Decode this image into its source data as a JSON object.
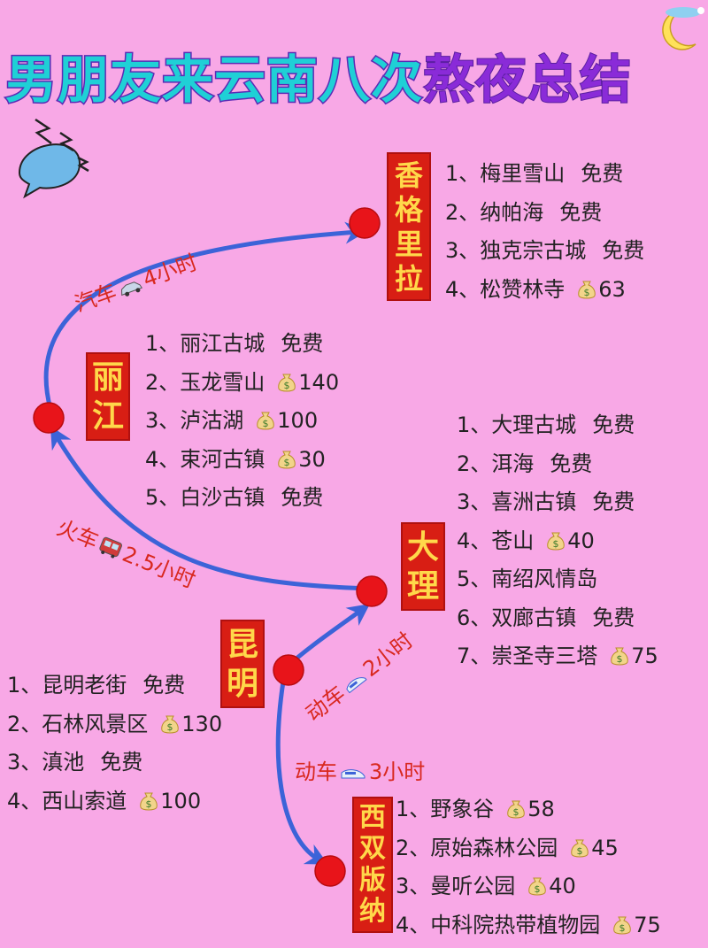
{
  "title": {
    "part1": "男朋友来云南八次",
    "part2": "熬夜总结"
  },
  "colors": {
    "background": "#f8a8e6",
    "route_line": "#3c63d8",
    "dot": "#e8141a",
    "banner": "#d81e14",
    "banner_text": "#ffd84a",
    "route_text": "#d8281e"
  },
  "icons": [
    "sleeping-moon-sticker-icon",
    "speech-bubble-icon",
    "money-bag-icon",
    "car-icon",
    "train-icon",
    "bullet-train-icon"
  ],
  "cities": {
    "shangrila": {
      "name": [
        "香",
        "格",
        "里",
        "拉"
      ],
      "spots": [
        {
          "label": "1、梅里雪山",
          "price": "免费"
        },
        {
          "label": "2、纳帕海",
          "price": "免费"
        },
        {
          "label": "3、独克宗古城",
          "price": "免费"
        },
        {
          "label": "4、松赞林寺",
          "price": "63",
          "money": true
        }
      ]
    },
    "lijiang": {
      "name": [
        "丽",
        "江"
      ],
      "spots": [
        {
          "label": "1、丽江古城",
          "price": "免费"
        },
        {
          "label": "2、玉龙雪山",
          "price": "140",
          "money": true
        },
        {
          "label": "3、泸沽湖",
          "price": "100",
          "money": true
        },
        {
          "label": "4、束河古镇",
          "price": "30",
          "money": true
        },
        {
          "label": "5、白沙古镇",
          "price": "免费"
        }
      ]
    },
    "dali": {
      "name": [
        "大",
        "理"
      ],
      "spots": [
        {
          "label": "1、大理古城",
          "price": "免费"
        },
        {
          "label": "2、洱海",
          "price": "免费"
        },
        {
          "label": "3、喜洲古镇",
          "price": "免费"
        },
        {
          "label": "4、苍山",
          "price": "40",
          "money": true
        },
        {
          "label": "5、南绍风情岛",
          "price": ""
        },
        {
          "label": "6、双廊古镇",
          "price": "免费"
        },
        {
          "label": "7、崇圣寺三塔",
          "price": "75",
          "money": true
        }
      ]
    },
    "kunming": {
      "name": [
        "昆",
        "明"
      ],
      "spots": [
        {
          "label": "1、昆明老街",
          "price": "免费"
        },
        {
          "label": "2、石林风景区",
          "price": "130",
          "money": true
        },
        {
          "label": "3、滇池",
          "price": "免费"
        },
        {
          "label": "4、西山索道",
          "price": "100",
          "money": true
        }
      ]
    },
    "xishuangbanna": {
      "name": [
        "西",
        "双",
        "版",
        "纳"
      ],
      "spots": [
        {
          "label": "1、野象谷",
          "price": "58",
          "money": true
        },
        {
          "label": "2、原始森林公园",
          "price": "45",
          "money": true
        },
        {
          "label": "3、曼听公园",
          "price": "40",
          "money": true
        },
        {
          "label": "4、中科院热带植物园",
          "price": "75",
          "money": true
        }
      ]
    }
  },
  "routes": {
    "car": {
      "mode": "汽车",
      "duration": "4小时"
    },
    "train": {
      "mode": "火车",
      "duration": "2.5小时"
    },
    "bullet_dali": {
      "mode": "动车",
      "duration": "2小时"
    },
    "bullet_banna": {
      "mode": "动车",
      "duration": "3小时"
    }
  }
}
